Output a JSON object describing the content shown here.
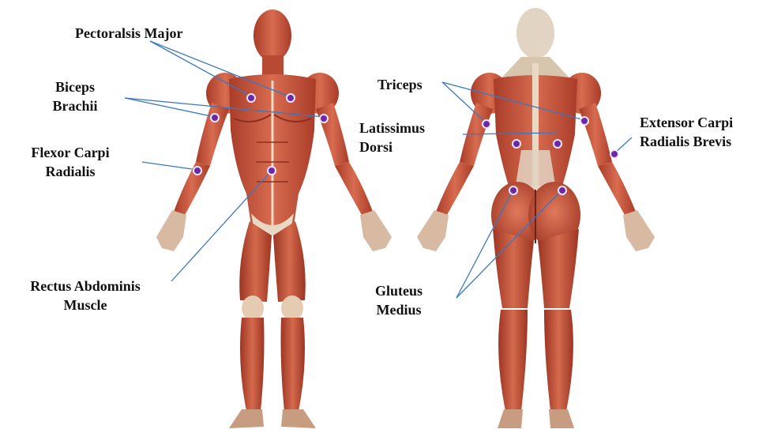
{
  "labels": {
    "pectoralis_major": "Pectoralsis Major",
    "biceps_line1": "Biceps",
    "biceps_line2": "Brachii",
    "flexor_line1": "Flexor Carpi",
    "flexor_line2": "Radialis",
    "rectus_line1": "Rectus  Abdominis",
    "rectus_line2": "Muscle",
    "triceps": "Triceps",
    "latissimus_line1": "Latissimus",
    "latissimus_line2": "Dorsi",
    "extensor_line1": "Extensor Carpi",
    "extensor_line2": "Radialis Brevis",
    "gluteus_line1": "Gluteus",
    "gluteus_line2": "Medius"
  },
  "colors": {
    "muscle": "#c8573e",
    "muscle_dark": "#9a3424",
    "tendon": "#e9d8c4",
    "skin_shade": "#b9472f",
    "leader_line": "#3a78c2",
    "marker_fill": "#6a2aa8",
    "marker_ring": "#f2e4f7",
    "text": "#111111"
  },
  "views": [
    "front",
    "back"
  ]
}
